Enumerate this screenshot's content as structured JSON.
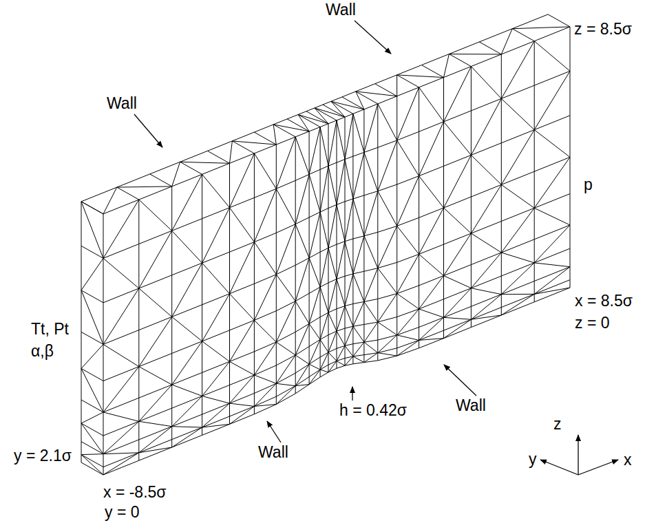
{
  "diagram": {
    "labels": [
      "Wall",
      "z = 8.5σ",
      "Wall",
      "p",
      "Tt, Pt",
      "α,β",
      "x = 8.5σ",
      "z = 0",
      "h = 0.42σ",
      "Wall",
      "z",
      "y",
      "x",
      "y = 2.1σ",
      "x = -8.5σ",
      "Wall",
      "y = 0"
    ]
  }
}
